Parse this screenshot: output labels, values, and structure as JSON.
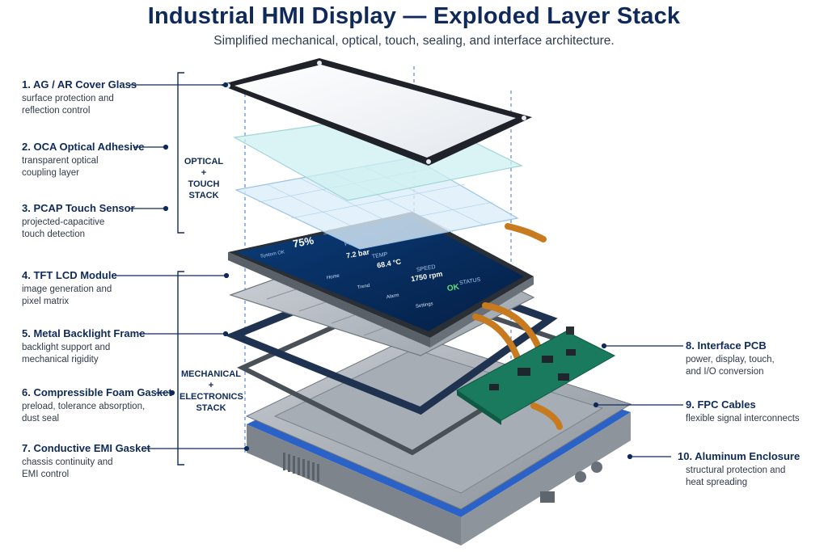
{
  "title": "Industrial HMI Display — Exploded Layer Stack",
  "subtitle": "Simplified mechanical, optical, touch, sealing, and interface architecture.",
  "layers": [
    {
      "heading": "1. AG / AR Cover Glass",
      "desc": [
        "surface protection and",
        "reflection control"
      ]
    },
    {
      "heading": "2. OCA Optical Adhesive",
      "desc": [
        "transparent optical",
        "coupling layer"
      ]
    },
    {
      "heading": "3. PCAP Touch Sensor",
      "desc": [
        "projected-capacitive",
        "touch detection"
      ]
    },
    {
      "heading": "4. TFT LCD Module",
      "desc": [
        "image generation and",
        "pixel matrix"
      ]
    },
    {
      "heading": "5. Metal Backlight Frame",
      "desc": [
        "backlight support and",
        "mechanical rigidity"
      ]
    },
    {
      "heading": "6. Compressible Foam Gasket",
      "desc": [
        "preload, tolerance absorption,",
        "dust seal"
      ]
    },
    {
      "heading": "7. Conductive EMI Gasket",
      "desc": [
        "chassis continuity and",
        "EMI control"
      ]
    },
    {
      "heading": "8. Interface PCB",
      "desc": [
        "power, display, touch,",
        "and I/O conversion"
      ]
    },
    {
      "heading": "9. FPC Cables",
      "desc": [
        "flexible signal interconnects"
      ]
    },
    {
      "heading": "10. Aluminum Enclosure",
      "desc": [
        "structural protection and",
        "heat spreading"
      ]
    }
  ],
  "groups": {
    "optical": [
      "OPTICAL",
      "+",
      "TOUCH",
      "STACK"
    ],
    "mechanical": [
      "MECHANICAL",
      "+",
      "ELECTRONICS",
      "STACK"
    ]
  },
  "screen": {
    "gauge": "75%",
    "pressure_label": "PRESSURE",
    "pressure_value": "7.2 bar",
    "temp_label": "TEMP",
    "temp_value": "68.4 °C",
    "speed_label": "SPEED",
    "speed_value": "1750 rpm",
    "status_label": "STATUS",
    "status_value": "OK",
    "nav": [
      "Home",
      "Trend",
      "Alarm",
      "Settings"
    ],
    "system_label": "System OK"
  },
  "colors": {
    "accent": "#0f2a5a",
    "enclosure_band": "#2a62c8",
    "pcb": "#1a7a5e",
    "fpc": "#c77a1e"
  }
}
